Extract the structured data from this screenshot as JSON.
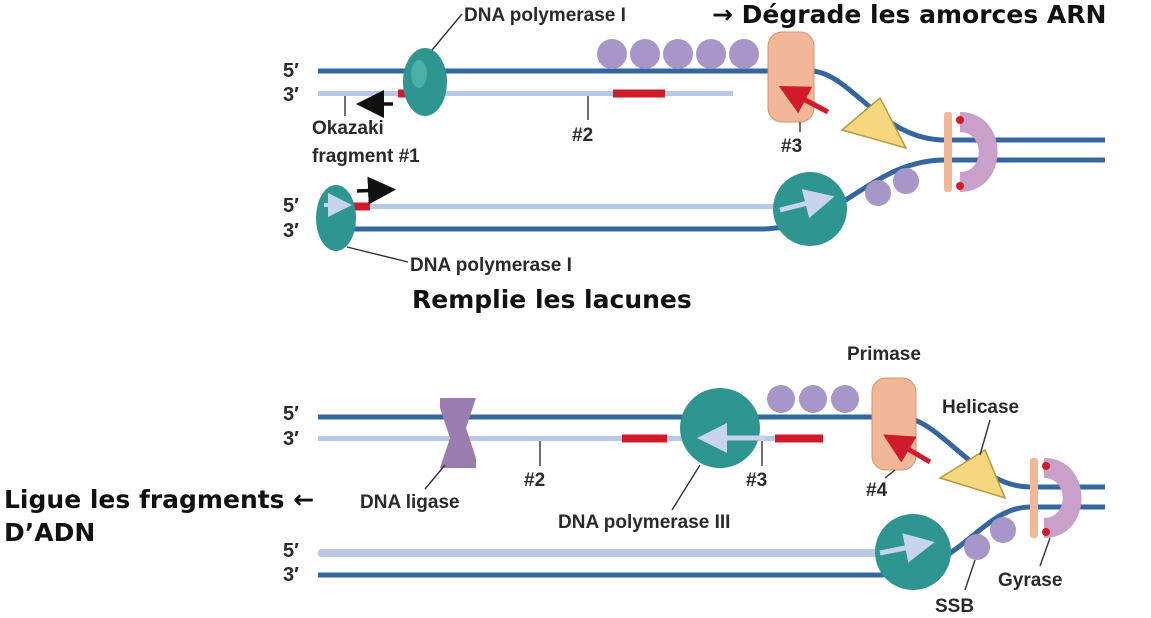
{
  "colors": {
    "parental_strand": "#3566a0",
    "new_strand": "#b9c8e6",
    "primer": "#d01b2a",
    "polymerase": "#2f9590",
    "primase": "#f2b796",
    "helicase": "#f5d780",
    "ssb": "#a796c8",
    "ligase": "#9a7cae",
    "gyrase": "#c9a0c9",
    "arrow_red": "#d01b2a"
  },
  "panel_top": {
    "strand_ends": {
      "top_5": "5′",
      "top_3": "3′",
      "bottom_5": "5′",
      "bottom_3": "3′"
    },
    "label_pol1_top": "DNA polymerase I",
    "annotation_degrade": "→ Dégrade les amorces  ARN",
    "label_okazaki_line1": "Okazaki",
    "label_okazaki_line2": "fragment #1",
    "label_frag2": "#2",
    "label_frag3": "#3",
    "label_pol1_bottom": "DNA polymerase I",
    "annotation_fill": "Remplie les lacunes"
  },
  "panel_bottom": {
    "strand_ends": {
      "top_5": "5′",
      "top_3": "3′",
      "bottom_5": "5′",
      "bottom_3": "3′"
    },
    "label_primase": "Primase",
    "label_helicase": "Helicase",
    "label_frag2": "#2",
    "label_frag3": "#3",
    "label_frag4": "#4",
    "label_ligase": "DNA ligase",
    "label_pol3": "DNA polymerase III",
    "label_ssb": "SSB",
    "label_gyrase": "Gyrase",
    "annotation_ligate_line1": "Ligue les fragments ←",
    "annotation_ligate_line2": "D’ADN"
  }
}
